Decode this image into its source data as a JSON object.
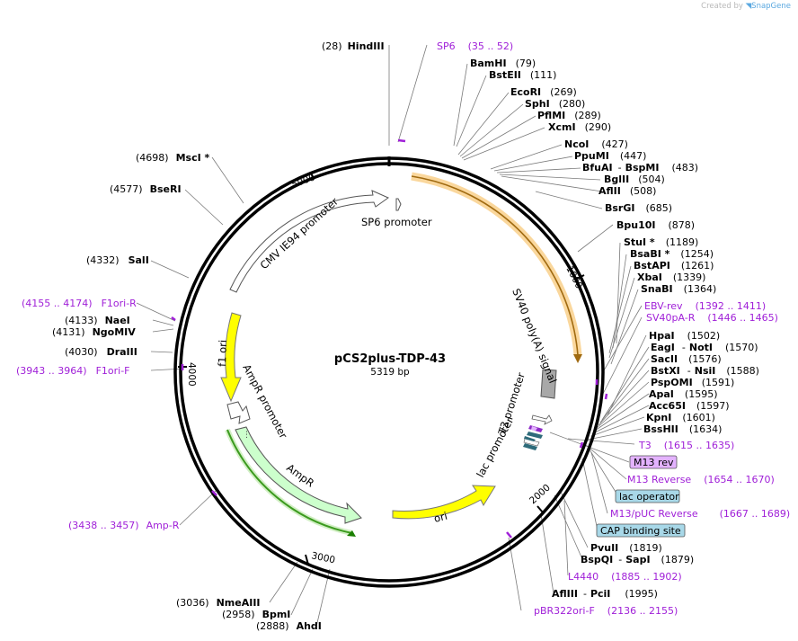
{
  "watermark": {
    "prefix": "Created by",
    "brand": "SnapGene"
  },
  "plasmid": {
    "name": "pCS2plus-TDP-43",
    "size_label": "5319 bp"
  },
  "ticks": [
    "1000",
    "2000",
    "3000",
    "4000",
    "5000"
  ],
  "features": {
    "sp6_promoter": "SP6 promoter",
    "cmv": "CMV IE94 promoter",
    "sv40": "SV40 poly(A) signal",
    "t3_promoter": "T3 promoter",
    "lac_promoter": "lac promoter",
    "f1_ori": "f1 ori",
    "ampr_promoter": "AmpR promoter",
    "ampr": "AmpR",
    "ori": "ori"
  },
  "sites": {
    "hindiii": {
      "pos": "(28)",
      "name": "HindIII"
    },
    "sp6": {
      "name": "SP6",
      "range": "(35 .. 52)"
    },
    "bamhi": {
      "name": "BamHI",
      "pos": "(79)"
    },
    "bsteii": {
      "name": "BstEII",
      "pos": "(111)"
    },
    "ecori": {
      "name": "EcoRI",
      "pos": "(269)"
    },
    "sphi": {
      "name": "SphI",
      "pos": "(280)"
    },
    "pflmi": {
      "name": "PflMI",
      "pos": "(289)"
    },
    "xcmi": {
      "name": "XcmI",
      "pos": "(290)"
    },
    "ncoi": {
      "name": "NcoI",
      "pos": "(427)"
    },
    "ppumi": {
      "name": "PpuMI",
      "pos": "(447)"
    },
    "bfuai": {
      "name": "BfuAI",
      "name2": "BspMI",
      "pos": "(483)"
    },
    "bglii": {
      "name": "BglII",
      "pos": "(504)"
    },
    "aflii": {
      "name": "AflII",
      "pos": "(508)"
    },
    "bsrgi": {
      "name": "BsrGI",
      "pos": "(685)"
    },
    "bpu10i": {
      "name": "Bpu10I",
      "pos": "(878)"
    },
    "stui": {
      "name": "StuI *",
      "pos": "(1189)"
    },
    "bsabi": {
      "name": "BsaBI *",
      "pos": "(1254)"
    },
    "bstapi": {
      "name": "BstAPI",
      "pos": "(1261)"
    },
    "xbai": {
      "name": "XbaI",
      "pos": "(1339)"
    },
    "snabi": {
      "name": "SnaBI",
      "pos": "(1364)"
    },
    "ebvrev": {
      "name": "EBV-rev",
      "range": "(1392 .. 1411)"
    },
    "sv40par": {
      "name": "SV40pA-R",
      "range": "(1446 .. 1465)"
    },
    "hpai": {
      "name": "HpaI",
      "pos": "(1502)"
    },
    "eagi": {
      "name": "EagI",
      "name2": "NotI",
      "pos": "(1570)"
    },
    "sacii": {
      "name": "SacII",
      "pos": "(1576)"
    },
    "bstxi": {
      "name": "BstXI",
      "name2": "NsiI",
      "pos": "(1588)"
    },
    "pspomi": {
      "name": "PspOMI",
      "pos": "(1591)"
    },
    "apai": {
      "name": "ApaI",
      "pos": "(1595)"
    },
    "acc65i": {
      "name": "Acc65I",
      "pos": "(1597)"
    },
    "kpni": {
      "name": "KpnI",
      "pos": "(1601)"
    },
    "bsshii": {
      "name": "BssHII",
      "pos": "(1634)"
    },
    "t3": {
      "name": "T3",
      "range": "(1615 .. 1635)"
    },
    "m13rev": {
      "name": "M13 rev"
    },
    "m13reverse": {
      "name": "M13 Reverse",
      "range": "(1654 .. 1670)"
    },
    "lacop": {
      "name": "lac operator"
    },
    "m13puc": {
      "name": "M13/pUC Reverse",
      "range": "(1667 .. 1689)"
    },
    "cap": {
      "name": "CAP binding site"
    },
    "pvuii": {
      "name": "PvuII",
      "pos": "(1819)"
    },
    "bspqi": {
      "name": "BspQI",
      "name2": "SapI",
      "pos": "(1879)"
    },
    "l4440": {
      "name": "L4440",
      "range": "(1885 .. 1902)"
    },
    "afliii": {
      "name": "AflIII",
      "name2": "PciI",
      "pos": "(1995)"
    },
    "pbr322": {
      "name": "pBR322ori-F",
      "range": "(2136 .. 2155)"
    },
    "ahdi": {
      "pos": "(2888)",
      "name": "AhdI"
    },
    "bpmi": {
      "pos": "(2958)",
      "name": "BpmI"
    },
    "nmeaiii": {
      "pos": "(3036)",
      "name": "NmeAIII"
    },
    "ampr_primer": {
      "range": "(3438 .. 3457)",
      "name": "Amp-R"
    },
    "f1orif": {
      "range": "(3943 .. 3964)",
      "name": "F1ori-F"
    },
    "draiii": {
      "pos": "(4030)",
      "name": "DraIII"
    },
    "ngomiv": {
      "pos": "(4131)",
      "name": "NgoMIV"
    },
    "naei": {
      "pos": "(4133)",
      "name": "NaeI"
    },
    "f1orir": {
      "range": "(4155 .. 4174)",
      "name": "F1ori-R"
    },
    "sali": {
      "pos": "(4332)",
      "name": "SalI"
    },
    "bseri": {
      "pos": "(4577)",
      "name": "BseRI"
    },
    "msci": {
      "pos": "(4698)",
      "name": "MscI *"
    }
  },
  "colors": {
    "orange": "#f5a623",
    "yellow": "#ffff00",
    "pale_green": "#ccffcc",
    "gray": "#a8a8a8",
    "teal": "#2e6b7a",
    "purple": "#a020d8",
    "lavender": "#e3b2ff",
    "light_blue": "#a8d8e8"
  }
}
